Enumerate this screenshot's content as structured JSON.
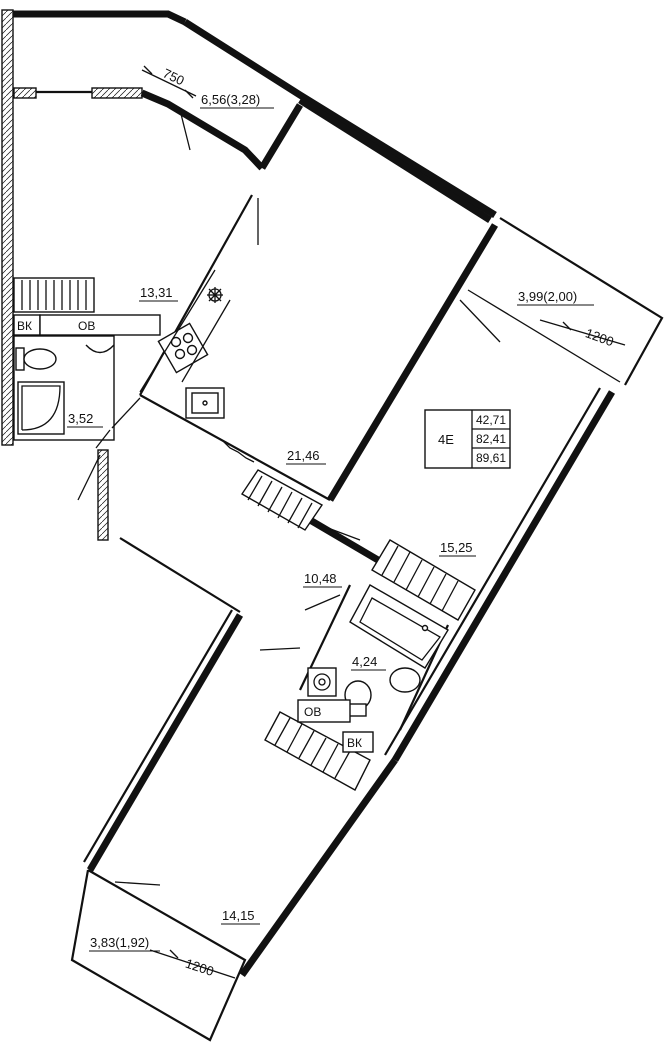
{
  "unit": {
    "code": "4E",
    "areas": [
      "42,71",
      "82,41",
      "89,61"
    ]
  },
  "rooms": {
    "loggia_top": "6,56(3,28)",
    "room_left": "13,31",
    "bath_left": "3,52",
    "kitchen": "21,46",
    "balcony_right": "3,99(2,00)",
    "room_right": "15,25",
    "hall": "10,48",
    "bath_right": "4,24",
    "room_bottom": "14,15",
    "balcony_bottom": "3,83(1,92)"
  },
  "dimensions": {
    "top": "750",
    "right": "1200",
    "bottom": "1200"
  },
  "markers": {
    "vk": "ВК",
    "ov": "ОВ"
  }
}
